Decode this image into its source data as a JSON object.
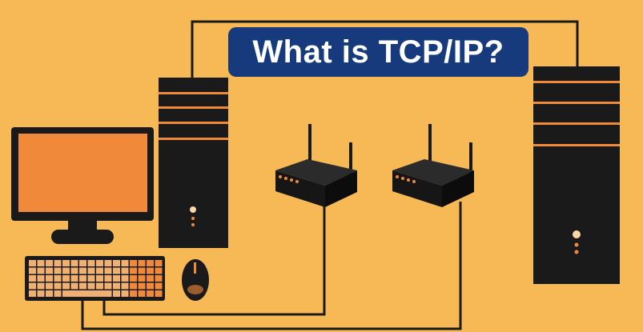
{
  "title": "What is TCP/IP?",
  "colors": {
    "background": "#f6b955",
    "title_box": "#163a7c",
    "device_dark": "#1a1a1a",
    "accent_orange": "#f08a3a",
    "cable": "#1a1a1a"
  },
  "devices": [
    {
      "name": "monitor",
      "icon": "monitor-icon"
    },
    {
      "name": "keyboard",
      "icon": "keyboard-icon"
    },
    {
      "name": "mouse",
      "icon": "mouse-icon"
    },
    {
      "name": "tower-left",
      "icon": "computer-tower-icon"
    },
    {
      "name": "router-left",
      "icon": "router-icon"
    },
    {
      "name": "router-right",
      "icon": "router-icon"
    },
    {
      "name": "tower-right",
      "icon": "server-tower-icon"
    }
  ]
}
